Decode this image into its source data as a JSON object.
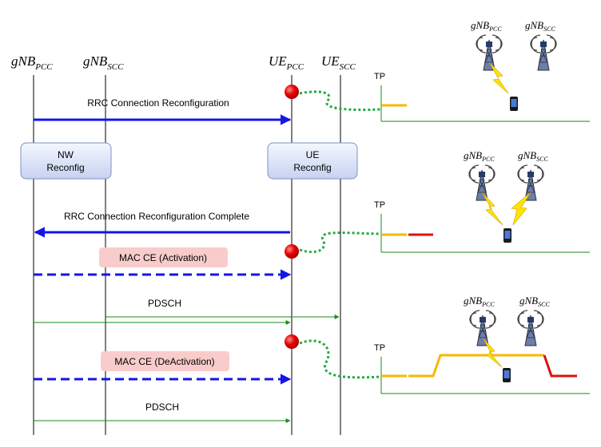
{
  "entities": [
    {
      "id": "gnb_pcc",
      "base": "gNB",
      "sub": "PCC"
    },
    {
      "id": "gnb_scc",
      "base": "gNB",
      "sub": "SCC"
    },
    {
      "id": "ue_pcc",
      "base": "UE",
      "sub": "PCC"
    },
    {
      "id": "ue_scc",
      "base": "UE",
      "sub": "SCC"
    }
  ],
  "boxes": {
    "nw": [
      "NW",
      "Reconfig"
    ],
    "ue": [
      "UE",
      "Reconfig"
    ]
  },
  "messages": {
    "rrc_reconfig": "RRC Connection Reconfiguration",
    "rrc_complete": "RRC Connection Reconfiguration Complete",
    "mac_activation": "MAC CE (Activation)",
    "pdsch_1": "PDSCH",
    "mac_deactivation": "MAC CE (DeActivation)",
    "pdsch_2": "PDSCH"
  },
  "throughput_label": "TP",
  "scenes": [
    {
      "towers": [
        {
          "base": "gNB",
          "sub": "PCC"
        },
        {
          "base": "gNB",
          "sub": "SCC"
        }
      ],
      "links": [
        "PCC"
      ]
    },
    {
      "towers": [
        {
          "base": "gNB",
          "sub": "PCC"
        },
        {
          "base": "gNB",
          "sub": "SCC"
        }
      ],
      "links": [
        "PCC",
        "SCC"
      ]
    },
    {
      "towers": [
        {
          "base": "gNB",
          "sub": "PCC"
        },
        {
          "base": "gNB",
          "sub": "SCC"
        }
      ],
      "links": [
        "PCC"
      ]
    }
  ],
  "colors": {
    "signal_arrow": "#1515e8",
    "data_arrow": "#1a8a1a",
    "event_dot": "#e00000",
    "dotted_link": "#22aa44",
    "tp_pcc": "#f5b800",
    "tp_combined": "#dd1111",
    "label_box": "#f9cccc",
    "reconfig_box": "#d4dcf4",
    "bolt": "#ffe400"
  },
  "icons": [
    "red-event-dot",
    "tower-icon",
    "lightning-bolt-icon",
    "phone-icon"
  ]
}
